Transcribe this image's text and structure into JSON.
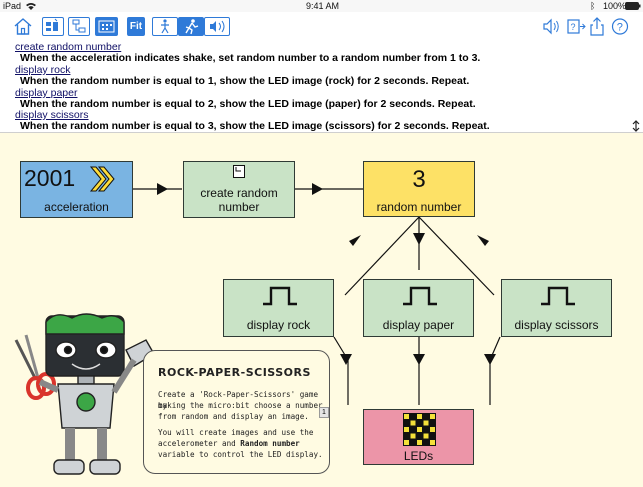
{
  "status": {
    "carrier": "iPad",
    "time": "9:41 AM",
    "battery": "100%"
  },
  "toolbar": {
    "fit_label": "Fit"
  },
  "description": [
    {
      "title": "create random number",
      "text": "When the acceleration indicates shake, set random number to a random number from 1 to 3."
    },
    {
      "title": "display rock",
      "text": "When the random number is equal to 1, show the LED image (rock) for 2 seconds. Repeat."
    },
    {
      "title": "display paper",
      "text": "When the random number is equal to 2, show the LED image (paper) for 2 seconds. Repeat."
    },
    {
      "title": "display scissors",
      "text": "When the random number is equal to 3, show the LED image (scissors) for 2 seconds. Repeat."
    }
  ],
  "nodes": {
    "acceleration": {
      "value": "2001",
      "label": "acceleration"
    },
    "create_random": {
      "label_line1": "create random",
      "label_line2": "number"
    },
    "random_number": {
      "value": "3",
      "label": "random number"
    },
    "display_rock": {
      "label": "display rock"
    },
    "display_paper": {
      "label": "display paper"
    },
    "display_scissors": {
      "label": "display scissors"
    },
    "leds": {
      "label": "LEDs"
    }
  },
  "bubble": {
    "title": "ROCK-PAPER-SCISSORS",
    "para1_l1": "Create a 'Rock-Paper-Scissors' game by",
    "para1_l2": "making the micro:bit choose a number",
    "para1_l3": "from random and display an image.",
    "para2_l1": "You will create images and use the",
    "para2_l2a": "accelerometer and ",
    "para2_l2b": "Random number",
    "para2_l3": "variable to control the LED display.",
    "page": "1"
  },
  "colors": {
    "accent": "#2f7ad8",
    "green": "#c9e3c6",
    "blue": "#7ab4e2",
    "yellow": "#fde166",
    "pink": "#ec95a8"
  }
}
